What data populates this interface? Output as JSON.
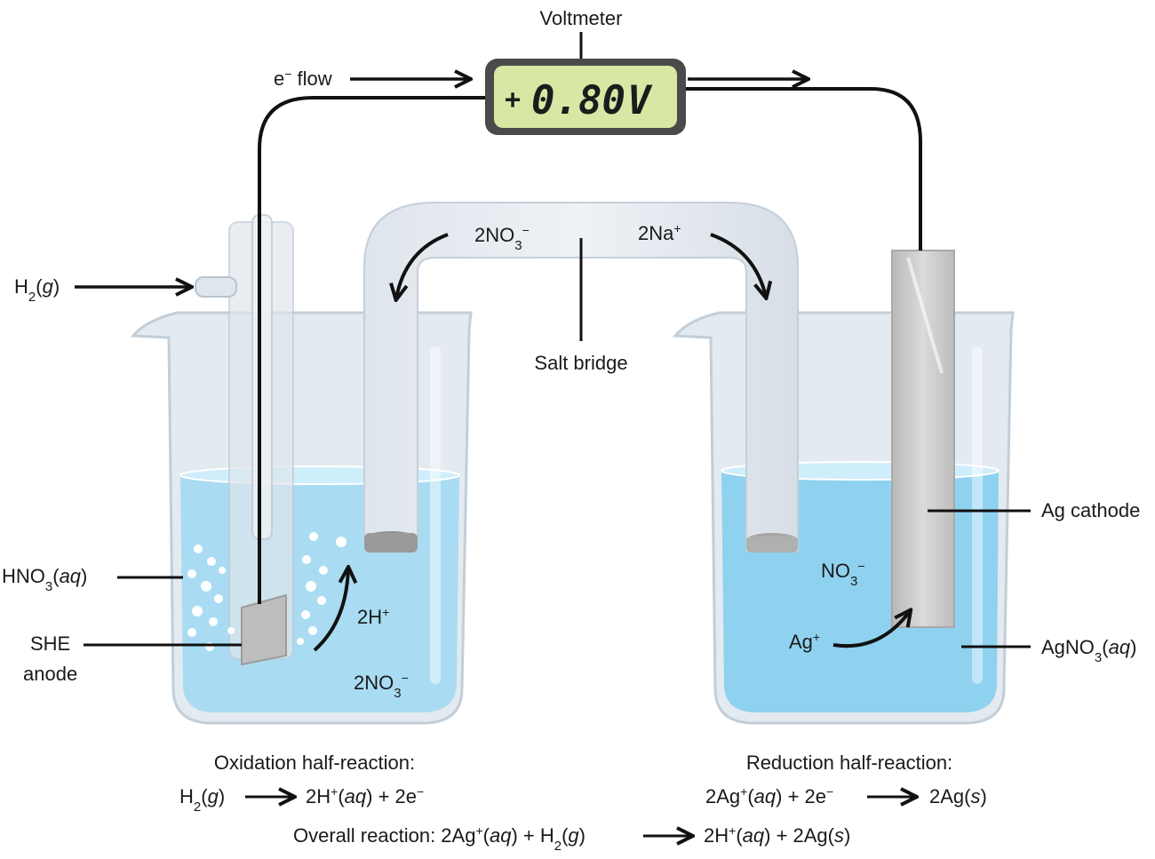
{
  "voltmeter": {
    "title": "Voltmeter",
    "sign": "+",
    "value": "0.80",
    "unit": "V"
  },
  "electron_flow": {
    "label": "e",
    "sup": "−",
    "rest": " flow"
  },
  "gas_input": {
    "main": "H",
    "sub": "2",
    "open": "(",
    "state": "g",
    "close": ")"
  },
  "salt_bridge": {
    "label": "Salt bridge",
    "left_ion": {
      "main": "2NO",
      "sub": "3",
      "sup": "−"
    },
    "right_ion": {
      "main": "2Na",
      "sup": "+"
    }
  },
  "left_beaker": {
    "solution": {
      "main": "HNO",
      "sub": "3",
      "open": "(",
      "state": "aq",
      "close": ")"
    },
    "electrode_line1": "SHE",
    "electrode_line2": "anode",
    "ion_h": {
      "main": "2H",
      "sup": "+"
    },
    "ion_no3": {
      "main": "2NO",
      "sub": "3",
      "sup": "−"
    }
  },
  "right_beaker": {
    "electrode": "Ag cathode",
    "solution": {
      "main": "AgNO",
      "sub": "3",
      "open": "(",
      "state": "aq",
      "close": ")"
    },
    "ion_no3": {
      "main": "NO",
      "sub": "3",
      "sup": "−"
    },
    "ion_ag": {
      "main": "Ag",
      "sup": "+"
    }
  },
  "oxidation": {
    "title": "Oxidation half-reaction:",
    "r1": "H",
    "r1_sub": "2",
    "r1_open": "(",
    "r1_state": "g",
    "r1_close": ")",
    "p1": "2H",
    "p1_sup": "+",
    "p1_open": "(",
    "p1_state": "aq",
    "p1_close": ")",
    "p2": " + 2e",
    "p2_sup": "−"
  },
  "reduction": {
    "title": "Reduction half-reaction:",
    "r1": "2Ag",
    "r1_sup": "+",
    "r1_open": "(",
    "r1_state": "aq",
    "r1_close": ")",
    "r2": " + 2e",
    "r2_sup": "−",
    "p1": "2Ag(",
    "p1_state": "s",
    "p1_close": ")"
  },
  "overall": {
    "prefix": "Overall reaction: ",
    "r1": "2Ag",
    "r1_sup": "+",
    "r1_open": "(",
    "r1_state": "aq",
    "r1_close": ")",
    "r2": " + H",
    "r2_sub": "2",
    "r2_open": "(",
    "r2_state": "g",
    "r2_close": ")",
    "p1": "2H",
    "p1_sup": "+",
    "p1_open": "(",
    "p1_state": "aq",
    "p1_close": ")",
    "p2": " + 2Ag(",
    "p2_state": "s",
    "p2_close": ")"
  },
  "colors": {
    "solution": "#a9dcf3",
    "solution_surface": "#cfeefb",
    "glass": "#dce6ee",
    "glass_edge": "#c2ced8",
    "lcd": "#d6e8a4",
    "silver": "#c9c9c9",
    "wire": "#111111"
  },
  "icons": {
    "arrow": "right-arrow-icon",
    "curved_arrow": "curved-arrow-icon"
  }
}
